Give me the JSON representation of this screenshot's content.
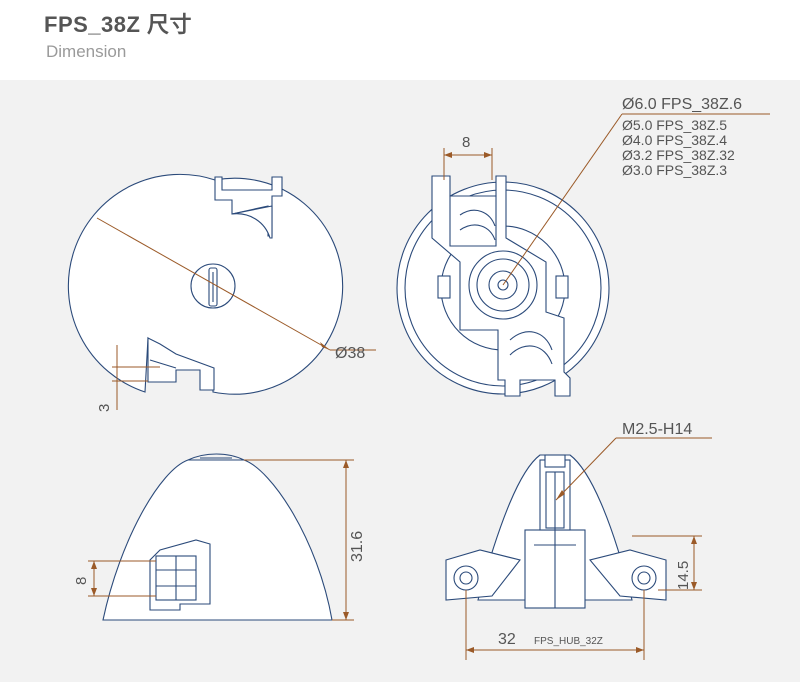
{
  "header": {
    "title": "FPS_38Z 尺寸",
    "subtitle": "Dimension"
  },
  "colors": {
    "part_outline": "#2b4a7a",
    "dimension_line": "#9b5a28",
    "background": "#f2f2f2"
  },
  "labels": {
    "shaft_main": "Ø6.0 FPS_38Z.6",
    "shaft_opt1": "Ø5.0  FPS_38Z.5",
    "shaft_opt2": "Ø4.0  FPS_38Z.4",
    "shaft_opt3": "Ø3.2  FPS_38Z.32",
    "shaft_opt4": "Ø3.0  FPS_38Z.3",
    "dim_blade_width": "8",
    "dim_diameter": "Ø38",
    "dim_offset": "3",
    "screw": "M2.5-H14",
    "dim_height": "31.6",
    "dim_side_8": "8",
    "dim_hub_height": "14.5",
    "dim_hub_width": "32",
    "hub_name": "FPS_HUB_32Z"
  }
}
